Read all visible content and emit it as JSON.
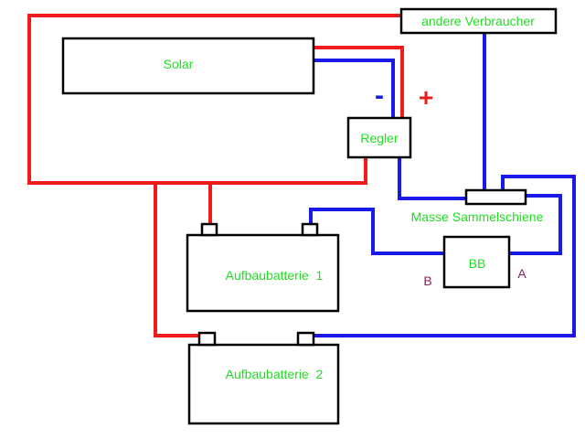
{
  "labels": {
    "other_consumers": "andere Verbraucher",
    "solar": "Solar",
    "regulator": "Regler",
    "minus": "-",
    "plus": "+",
    "ground_busbar": "Masse Sammelschiene",
    "bb": "BB",
    "bb_side_a": "A",
    "bb_side_b": "B",
    "battery1": "Aufbaubatterie  1",
    "battery2": "Aufbaubatterie  2"
  },
  "colors": {
    "positive_wire": "#ee1c1c",
    "negative_wire": "#1a1ae6",
    "label_text": "#22dd22",
    "bb_side_text": "#882255",
    "outline": "#000000"
  }
}
